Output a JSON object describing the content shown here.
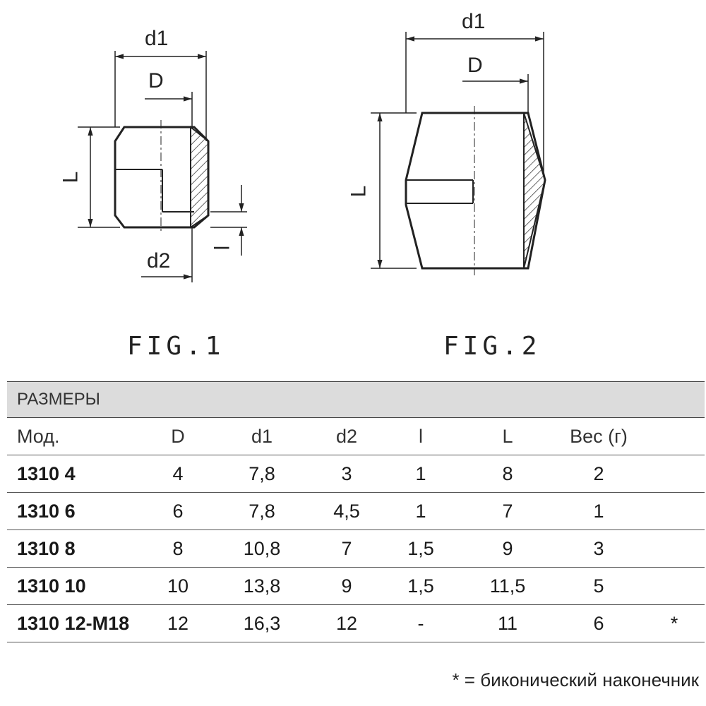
{
  "figures": {
    "fig1": {
      "label": "FIG.1",
      "d1": "d1",
      "D": "D",
      "L": "L",
      "d2": "d2",
      "l": "l"
    },
    "fig2": {
      "label": "FIG.2",
      "d1": "d1",
      "D": "D",
      "L": "L"
    }
  },
  "table": {
    "title": "РАЗМЕРЫ",
    "headers": [
      "Мод.",
      "D",
      "d1",
      "d2",
      "l",
      "L",
      "Вес (г)"
    ],
    "rows": [
      {
        "mod": "1310 4",
        "D": "4",
        "d1": "7,8",
        "d2": "3",
        "l": "1",
        "L": "8",
        "w": "2",
        "note": ""
      },
      {
        "mod": "1310 6",
        "D": "6",
        "d1": "7,8",
        "d2": "4,5",
        "l": "1",
        "L": "7",
        "w": "1",
        "note": ""
      },
      {
        "mod": "1310 8",
        "D": "8",
        "d1": "10,8",
        "d2": "7",
        "l": "1,5",
        "L": "9",
        "w": "3",
        "note": ""
      },
      {
        "mod": "1310 10",
        "D": "10",
        "d1": "13,8",
        "d2": "9",
        "l": "1,5",
        "L": "11,5",
        "w": "5",
        "note": ""
      },
      {
        "mod": "1310 12-M18",
        "D": "12",
        "d1": "16,3",
        "d2": "12",
        "l": "-",
        "L": "11",
        "w": "6",
        "note": "*"
      }
    ]
  },
  "footnote": "* = биконический наконечник"
}
